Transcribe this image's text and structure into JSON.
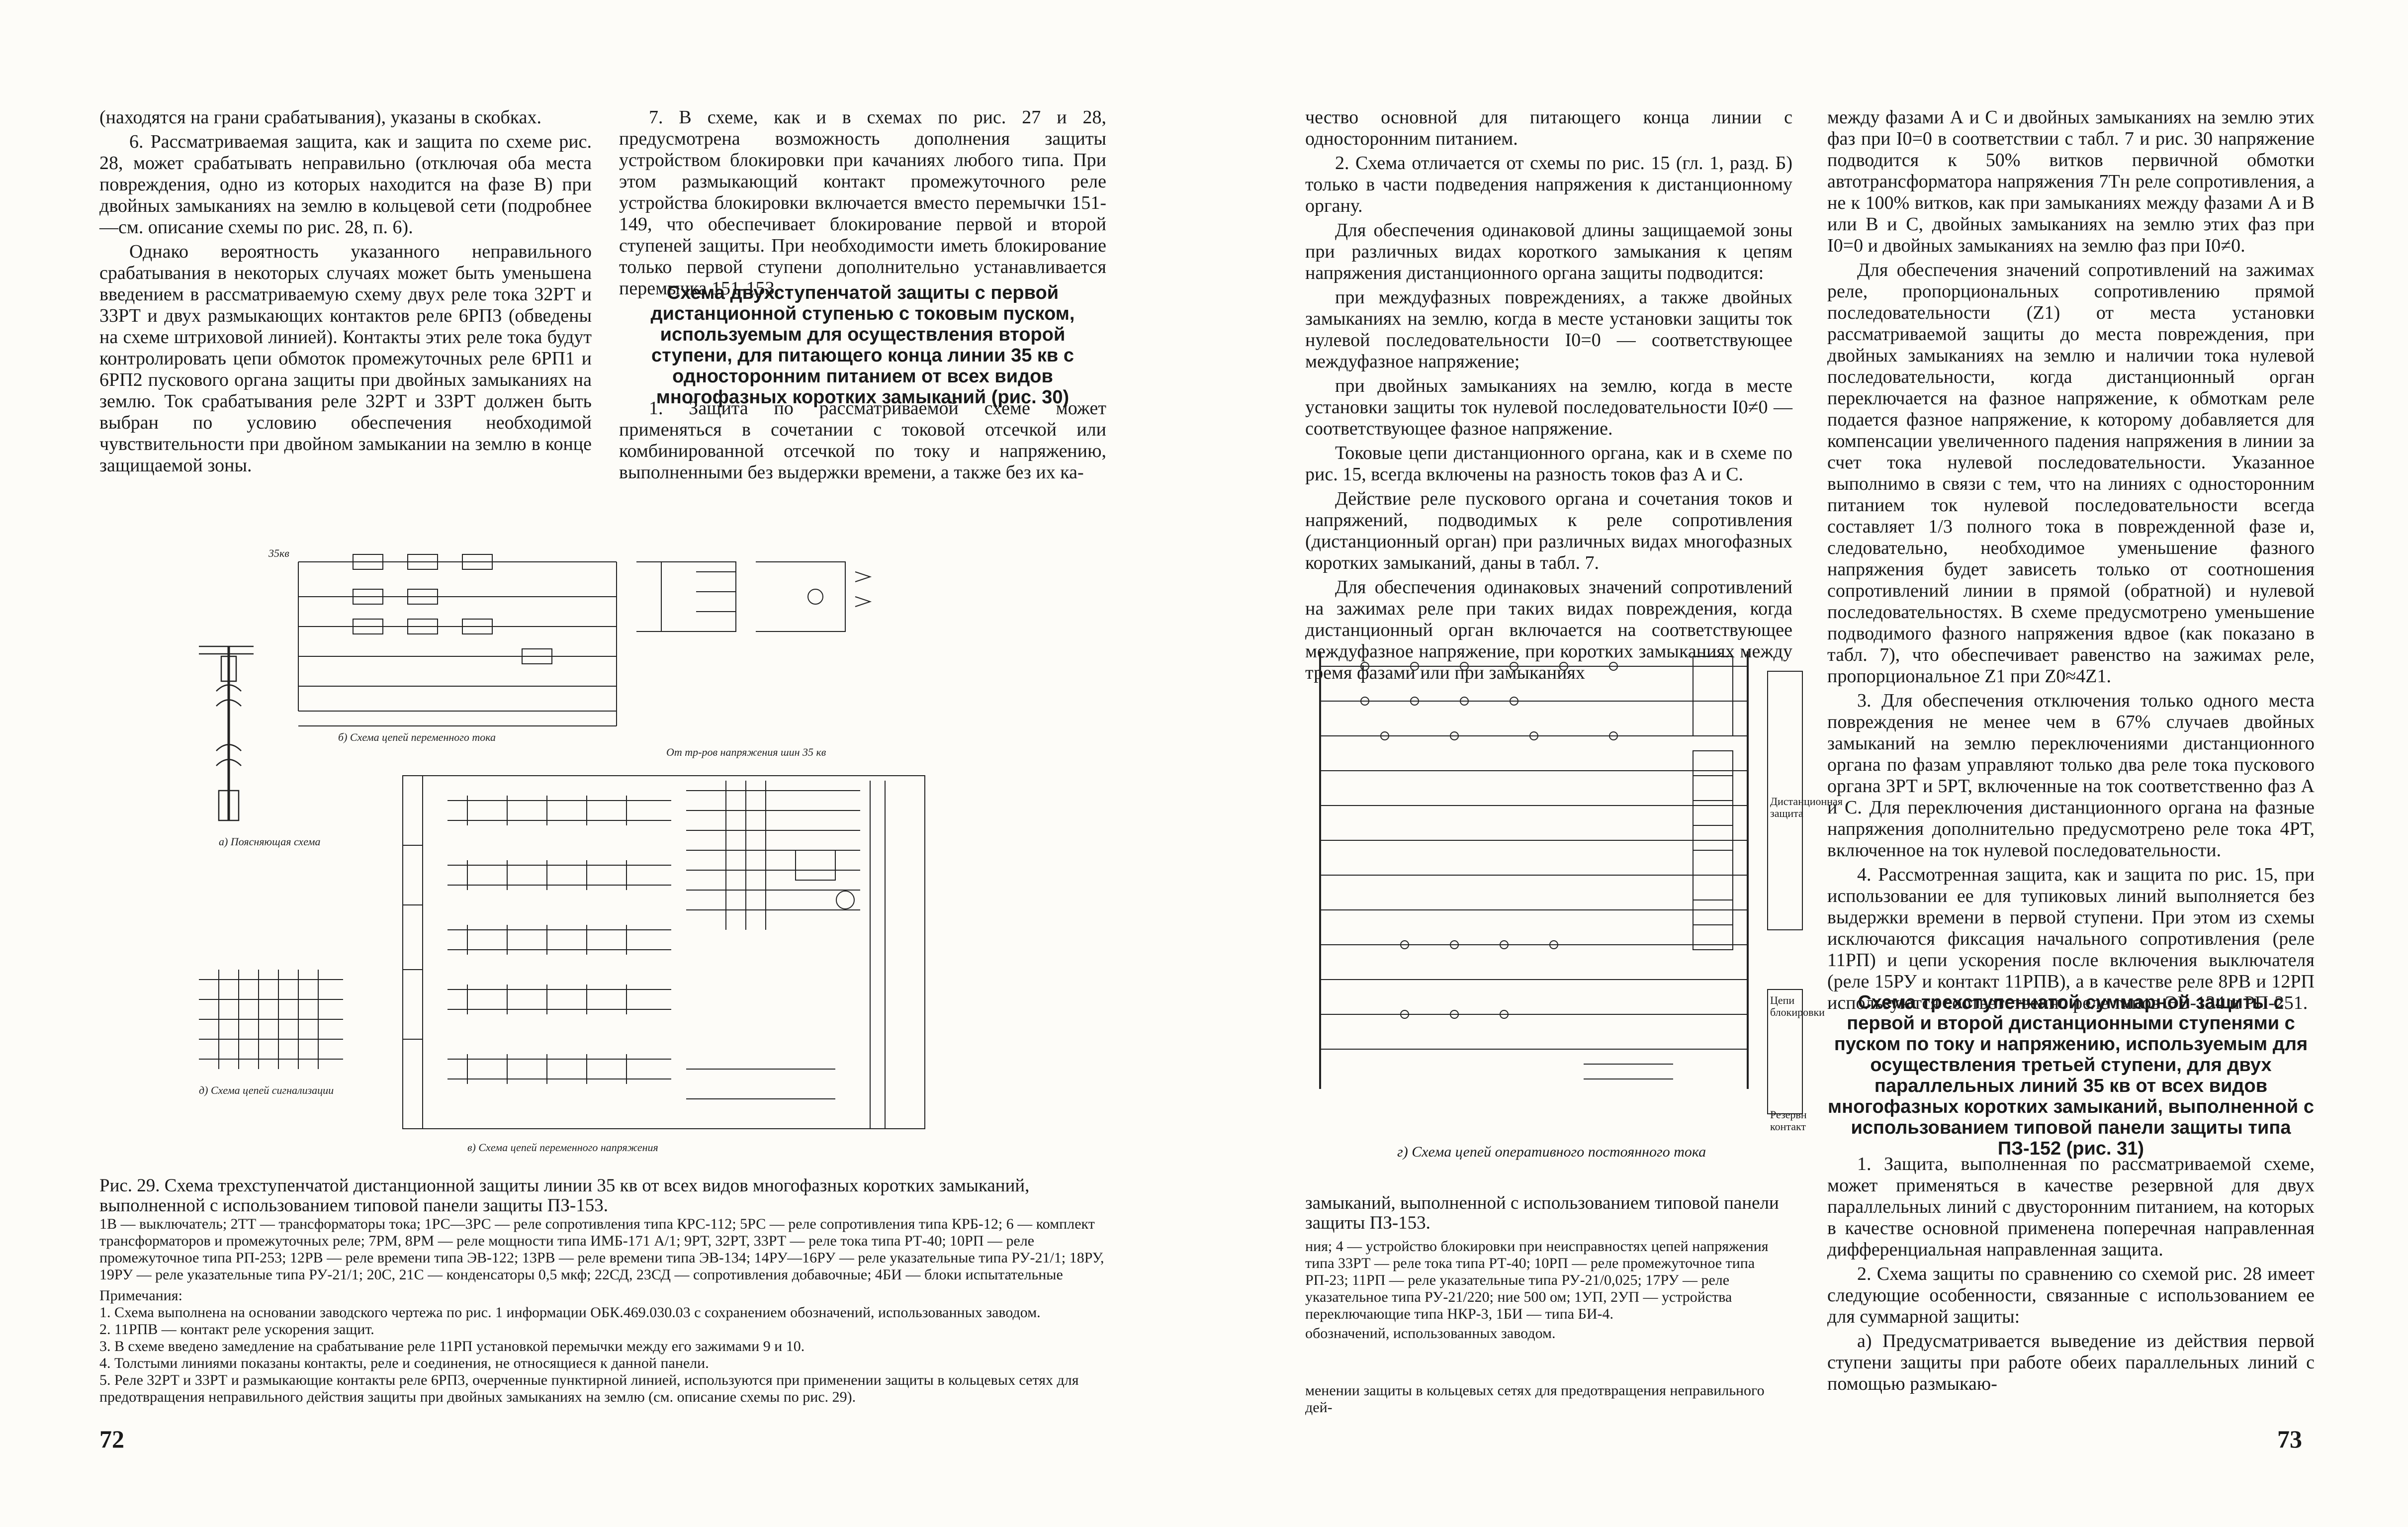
{
  "left_page": {
    "col1": [
      "(находятся на грани срабатывания), указаны в скобках.",
      "6. Рассматриваемая защита, как и защита по схеме рис. 28, может срабатывать неправильно (отключая оба места повреждения, одно из которых находится на фазе В) при двойных замыканиях на землю в кольцевой сети (подробнее—см. описание схемы по рис. 28, п. 6).",
      "Однако вероятность указанного неправильного срабатывания в некоторых случаях может быть уменьшена введением в рассматриваемую схему двух реле тока 32РТ и 33РТ и двух размыкающих контактов реле 6РП3 (обведены на схеме штриховой линией). Контакты этих реле тока будут контролировать цепи обмоток промежуточных реле 6РП1 и 6РП2 пускового органа защиты при двойных замыканиях на землю. Ток срабатывания реле 32РТ и 33РТ должен быть выбран по условию обеспечения необходимой чувствительности при двойном замыкании на землю в конце защищаемой зоны."
    ],
    "col2": [
      "7. В схеме, как и в схемах по рис. 27 и 28, предусмотрена возможность дополнения защиты устройством блокировки при качаниях любого типа. При этом размыкающий контакт промежуточного реле устройства блокировки включается вместо перемычки 151-149, что обеспечивает блокирование первой и второй ступеней защиты. При необходимости иметь блокирование только первой ступени дополнительно устанавливается перемычка 151-153."
    ],
    "col2_heading": "Схема двухступенчатой защиты с первой дистанционной ступенью с токовым пуском, используемым для осуществления второй ступени, для питающего конца линии 35 кв с односторонним питанием от всех видов многофазных коротких замыканий (рис. 30)",
    "col2_after": [
      "1. Защита по рассматриваемой схеме может применяться в сочетании с токовой отсечкой или комбинированной отсечкой по току и напряжению, выполненными без выдержки времени, а также без их ка-"
    ],
    "fig_labels": {
      "a": "а) Поясняющая схема",
      "b": "б) Схема цепей переменного тока",
      "d": "д) Схема цепей сигнализации",
      "v": "в) Схема цепей переменного напряжения",
      "voltage_top": "От тр-ров напряжения шин 35 кв",
      "kv": "35кв"
    },
    "caption": "Рис. 29. Схема трехступенчатой дистанционной защиты линии 35 кв от всех видов многофазных коротких замыканий, выполненной с использованием типовой панели защиты ПЗ-153.",
    "legend": "1В — выключатель; 2ТТ — трансформаторы тока; 1РС—3РС — реле сопротивления типа КРС-112; 5РС — реле сопротивления типа КРБ-12; 6 — комплект трансформаторов и промежуточных реле; 7РМ, 8РМ — реле мощности типа ИМБ-171 А/1; 9РТ, 32РТ, 33РТ — реле тока типа РТ-40; 10РП — реле промежуточное типа РП-253; 12РВ — реле времени типа ЭВ-122; 13РВ — реле времени типа ЭВ-134; 14РУ—16РУ — реле указательные типа РУ-21/1; 18РУ, 19РУ — реле указательные типа РУ-21/1; 20С, 21С — конденсаторы 0,5 мкф; 22СД, 23СД — сопротивления добавочные; 4БИ — блоки испытательные",
    "notes_title": "Примечания:",
    "notes": [
      "1. Схема выполнена на основании заводского чертежа по рис. 1 информации ОБК.469.030.03 с сохранением обозначений, использованных заводом.",
      "2. 11РПВ — контакт реле ускорения защит.",
      "3. В схеме введено замедление на срабатывание реле 11РП установкой перемычки между его зажимами 9 и 10.",
      "4. Толстыми линиями показаны контакты, реле и соединения, не относящиеся к данной панели.",
      "5. Реле 32РТ и 33РТ и размыкающие контакты реле 6РП3, очерченные пунктирной линией, используются при применении защиты в кольцевых сетях для предотвращения неправильного действия защиты при двойных замыканиях на землю (см. описание схемы по рис. 29)."
    ],
    "page_number": "72"
  },
  "right_page": {
    "col3": [
      "чество основной для питающего конца линии с односторонним питанием.",
      "2. Схема отличается от схемы по рис. 15 (гл. 1, разд. Б) только в части подведения напряжения к дистанционному органу.",
      "Для обеспечения одинаковой длины защищаемой зоны при различных видах короткого замыкания к цепям напряжения дистанционного органа защиты подводится:",
      "при междуфазных повреждениях, а также двойных замыканиях на землю, когда в месте установки защиты ток нулевой последовательности I0=0 — соответствующее междуфазное напряжение;",
      "при двойных замыканиях на землю, когда в месте установки защиты ток нулевой последовательности I0≠0 — соответствующее фазное напряжение.",
      "Токовые цепи дистанционного органа, как и в схеме по рис. 15, всегда включены на разность токов фаз А и С.",
      "Действие реле пускового органа и сочетания токов и напряжений, подводимых к реле сопротивления (дистанционный орган) при различных видах многофазных коротких замыканий, даны в табл. 7.",
      "Для обеспечения одинаковых значений сопротивлений на зажимах реле при таких видах повреждения, когда дистанционный орган включается на соответствующее междуфазное напряжение, при коротких замыканиях между тремя фазами или при замыканиях"
    ],
    "col4": [
      "между фазами А и С и двойных замыканиях на землю этих фаз при I0=0 в соответствии с табл. 7 и рис. 30 напряжение подводится к 50% витков первичной обмотки автотрансформатора напряжения 7Тн реле сопротивления, а не к 100% витков, как при замыканиях между фазами А и В или В и С, двойных замыканиях на землю этих фаз при I0=0 и двойных замыканиях на землю фаз при I0≠0.",
      "Для обеспечения значений сопротивлений на зажимах реле, пропорциональных сопротивлению прямой последовательности (Z1) от места установки рассматриваемой защиты до места повреждения, при двойных замыканиях на землю и наличии тока нулевой последовательности, когда дистанционный орган переключается на фазное напряжение, к обмоткам реле подается фазное напряжение, к которому добавляется для компенсации увеличенного падения напряжения в линии за счет тока нулевой последовательности. Указанное выполнимо в связи с тем, что на линиях с односторонним питанием ток нулевой последовательности всегда составляет 1/3 полного тока в поврежденной фазе и, следовательно, необходимое уменьшение фазного напряжения будет зависеть только от соотношения сопротивлений линии в прямой (обратной) и нулевой последовательностях. В схеме предусмотрено уменьшение подводимого фазного напряжения вдвое (как показано в табл. 7), что обеспечивает равенство на зажимах реле, пропорциональное Z1 при Z0≈4Z1.",
      "3. Для обеспечения отключения только одного места повреждения не менее чем в 67% случаев двойных замыканий на землю переключениями дистанционного органа по фазам управляют только два реле тока пускового органа 3РТ и 5РТ, включенные на ток соответственно фаз А и С. Для переключения дистанционного органа на фазные напряжения дополнительно предусмотрено реле тока 4РТ, включенное на ток нулевой последовательности.",
      "4. Рассмотренная защита, как и защита по рис. 15, при использовании ее для тупиковых линий выполняется без выдержки времени в первой ступени. При этом из схемы исключаются фиксация начального сопротивления (реле 11РП) и цепи ускорения после включения выключателя (реле 15РУ и контакт 11РПВ), а в качестве реле 8РВ и 12РП используются соответственно реле типов ЭВ-134 и РП-251."
    ],
    "col4_heading": "Схема трехступенчатой суммарной защиты с первой и второй дистанционными ступенями с пуском по току и напряжению, используемым для осуществления третьей ступени, для двух параллельных линий 35 кв от всех видов многофазных коротких замыканий, выполненной с использованием типовой панели защиты типа ПЗ-152 (рис. 31)",
    "col4_after": [
      "1. Защита, выполненная по рассматриваемой схеме, может применяться в качестве резервной для двух параллельных линий с двусторонним питанием, на которых в качестве основной применена поперечная направленная дифференциальная направленная защита.",
      "2. Схема защиты по сравнению со схемой рис. 28 имеет следующие особенности, связанные с использованием ее для суммарной защиты:",
      "а) Предусматривается выведение из действия первой ступени защиты при работе обеих параллельных линий с помощью размыкаю-"
    ],
    "fig_label_g": "г) Схема цепей оперативного постоянного тока",
    "fig_side_labels": [
      "Дистанционная защита",
      "Цепи блокировки",
      "Резервн контакт"
    ],
    "caption_tail": "замыканий, выполненной с использованием типовой панели защиты ПЗ-153.",
    "legend_tail": "ния; 4 — устройство блокировки при неисправностях цепей напряжения типа 33РТ — реле тока типа РТ-40; 10РП — реле промежуточное типа РП-23; 11РП — реле указательные типа РУ-21/0,025; 17РУ — реле указательное типа РУ-21/220; ние 500 ом; 1УП, 2УП — устройства переключающие типа НКР-3, 1БИ — типа БИ-4.",
    "notes_tail": "обозначений, использованных заводом.",
    "notes_tail2": "менении защиты в кольцевых сетях для предотвращения неправильного дей-",
    "page_number": "73"
  }
}
